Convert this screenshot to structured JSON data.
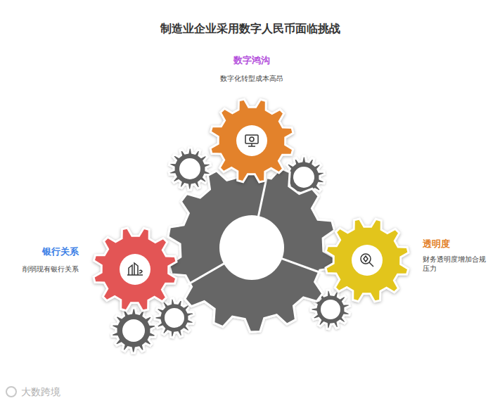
{
  "diagram": {
    "title": "制造业企业采用数字人民币面临挑战",
    "nodes": [
      {
        "text": [
          "数字鸿沟",
          "数字化转型成本高昂"
        ]
      },
      {
        "text": [
          "银行关系",
          "削弱现有银行关系"
        ]
      },
      {
        "text": [
          "透明度",
          "财务透明度增加合规压力"
        ]
      }
    ],
    "labels": [
      "大数跨境"
    ]
  }
}
